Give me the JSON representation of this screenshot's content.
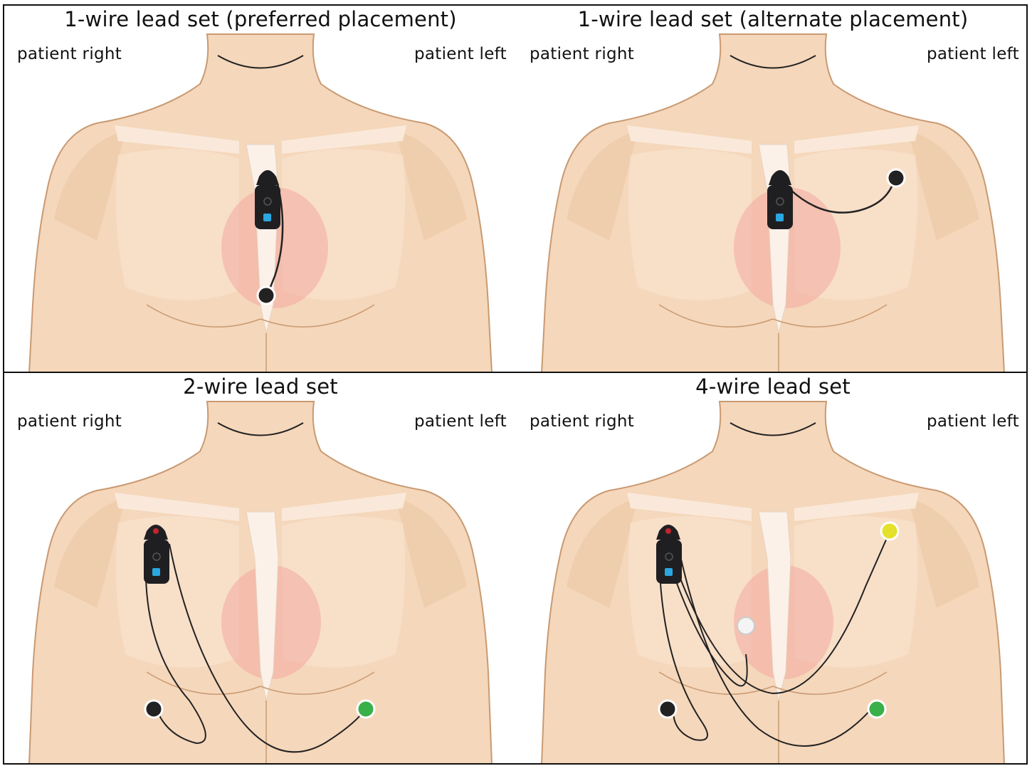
{
  "panels": [
    {
      "title": "1-wire lead set (preferred placement)",
      "right_label": "patient right",
      "left_label": "patient left"
    },
    {
      "title": "1-wire lead set (alternate placement)",
      "right_label": "patient right",
      "left_label": "patient left"
    },
    {
      "title": "2-wire lead set",
      "right_label": "patient right",
      "left_label": "patient left"
    },
    {
      "title": "4-wire lead set",
      "right_label": "patient right",
      "left_label": "patient left"
    }
  ],
  "colors": {
    "skin": "#f5d7bb",
    "skin_shadow": "#e8c2a0",
    "outline": "#c99a72",
    "heart": "#f2a8a0",
    "device": "#1f1f22",
    "device_button": "#2aa6e0",
    "electrode_red": "#c0262d",
    "electrode_green": "#3ab04a",
    "electrode_yellow": "#e4e12c",
    "electrode_white": "#f4f4f4",
    "electrode_black": "#222222"
  }
}
